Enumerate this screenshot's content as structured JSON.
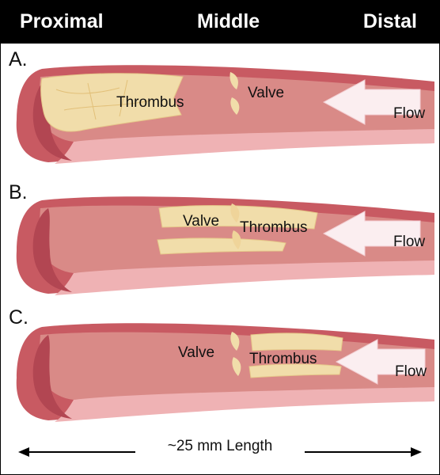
{
  "header": {
    "left": "Proximal",
    "middle": "Middle",
    "right": "Distal"
  },
  "panels": [
    {
      "label": "A.",
      "valve": "Valve",
      "thrombus": "Thrombus",
      "flow": "Flow"
    },
    {
      "label": "B.",
      "valve": "Valve",
      "thrombus": "Thrombus",
      "flow": "Flow"
    },
    {
      "label": "C.",
      "valve": "Valve",
      "thrombus": "Thrombus",
      "flow": "Flow"
    }
  ],
  "scale_bar": {
    "label": "~25 mm Length"
  },
  "colors": {
    "header_bg": "#000000",
    "vessel_wall": "#c85a62",
    "vessel_inner": "#d98a87",
    "vessel_lumen_floor": "#efb2b4",
    "thrombus": "#f1ddaa",
    "flow_arrow": "#fbeef0"
  }
}
